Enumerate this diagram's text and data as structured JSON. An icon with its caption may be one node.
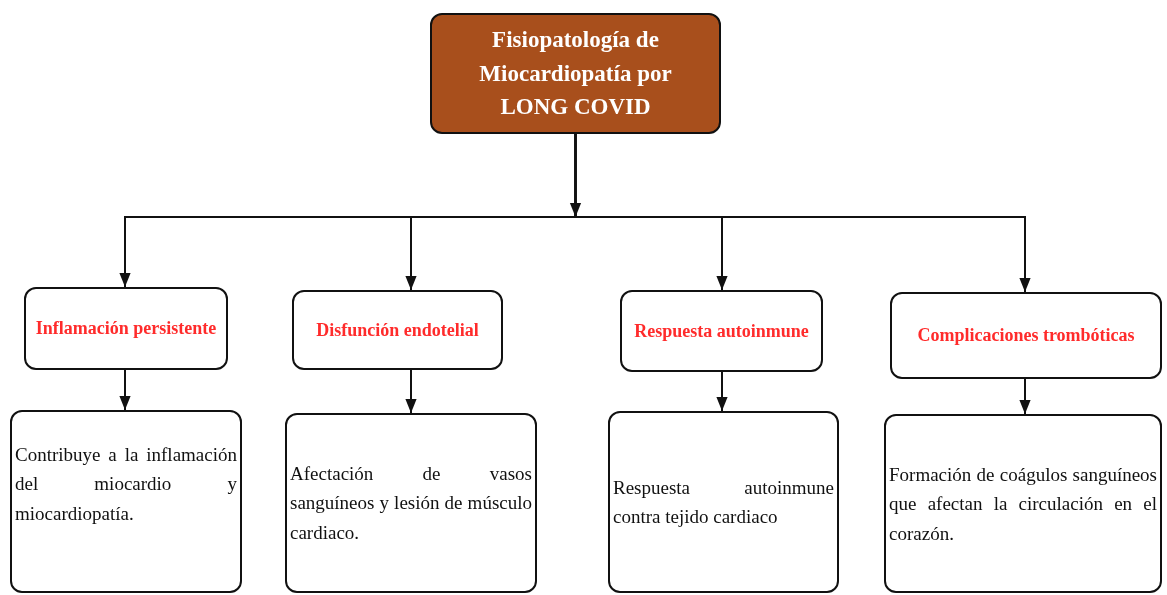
{
  "diagram": {
    "nodes": [
      {
        "text": [
          "Fisiopatología de Miocardiopatía por LONG COVID"
        ]
      },
      {
        "text": [
          "Inflamación persistente"
        ]
      },
      {
        "text": [
          "Disfunción endotelial"
        ]
      },
      {
        "text": [
          "Respuesta autoinmune"
        ]
      },
      {
        "text": [
          "Complicaciones trombóticas"
        ]
      },
      {
        "text": [
          "Contribuye a la inflamación del miocardio y miocardiopatía."
        ]
      },
      {
        "text": [
          "Afectación de vasos sanguíneos y lesión de músculo cardiaco."
        ]
      },
      {
        "text": [
          "Respuesta autoinmune contra tejido cardiaco"
        ]
      },
      {
        "text": [
          "Formación de coágulos sanguíneos que afectan la circulación en el corazón."
        ]
      }
    ],
    "edges": [
      {
        "from": 0,
        "to": 1,
        "arrow": "to"
      },
      {
        "from": 0,
        "to": 2,
        "arrow": "to"
      },
      {
        "from": 0,
        "to": 3,
        "arrow": "to"
      },
      {
        "from": 0,
        "to": 4,
        "arrow": "to"
      },
      {
        "from": 1,
        "to": 5,
        "arrow": "to"
      },
      {
        "from": 2,
        "to": 6,
        "arrow": "to"
      },
      {
        "from": 3,
        "to": 7,
        "arrow": "to"
      },
      {
        "from": 4,
        "to": 8,
        "arrow": "to"
      }
    ]
  }
}
